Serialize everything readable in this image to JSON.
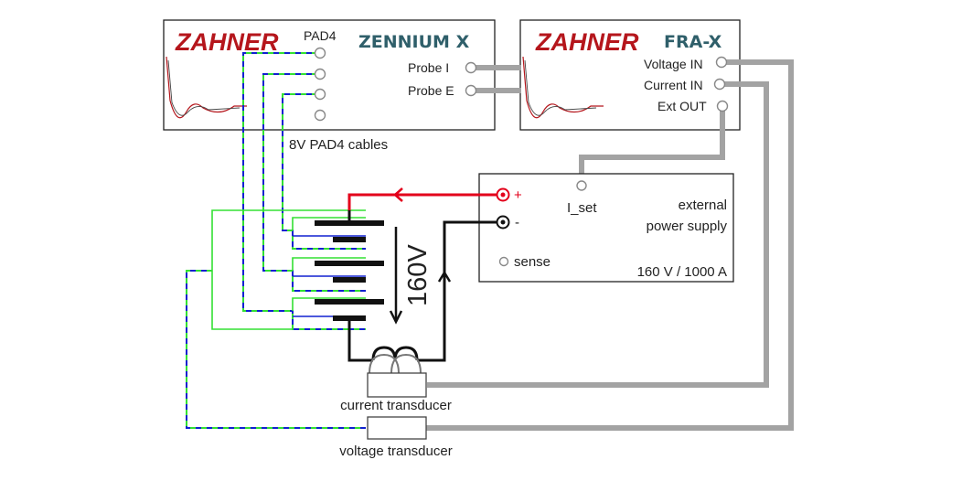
{
  "zennium": {
    "logo": "ZAHNER",
    "product": "ZENNIUM X",
    "pad4_label": "PAD4",
    "probe_i": "Probe I",
    "probe_e": "Probe E"
  },
  "fra": {
    "logo": "ZAHNER",
    "product": "FRA-X",
    "voltage_in": "Voltage IN",
    "current_in": "Current IN",
    "ext_out": "Ext OUT"
  },
  "cables_label": "8V PAD4 cables",
  "power_supply": {
    "plus": "+",
    "minus": "-",
    "iset": "I_set",
    "title_line1": "external",
    "title_line2": "power supply",
    "sense": "sense",
    "rating": "160 V / 1000 A"
  },
  "battery_voltage": "160V",
  "current_transducer": "current transducer",
  "voltage_transducer": "voltage transducer",
  "colors": {
    "brand_red": "#b5161c",
    "product_teal": "#2f5f6a",
    "cable_gray": "#a3a3a3",
    "positive_red": "#e3001b",
    "sense_blue": "#1020d0",
    "sense_green": "#33e033"
  }
}
